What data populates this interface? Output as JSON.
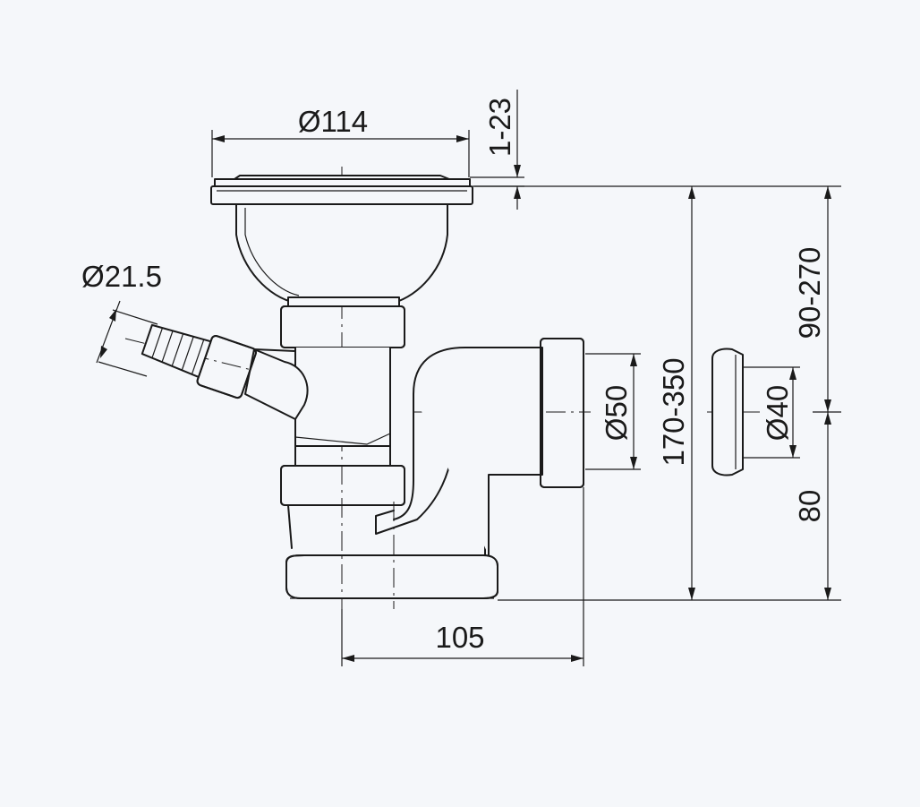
{
  "dimensions": {
    "d114": "Ø114",
    "d1_23": "1-23",
    "d21_5": "Ø21.5",
    "d90_270": "90-270",
    "d170_350": "170-350",
    "d50": "Ø50",
    "d40": "Ø40",
    "d80": "80",
    "d105": "105"
  },
  "colors": {
    "background": "#f5f7fa",
    "ink": "#1a1a1a"
  }
}
